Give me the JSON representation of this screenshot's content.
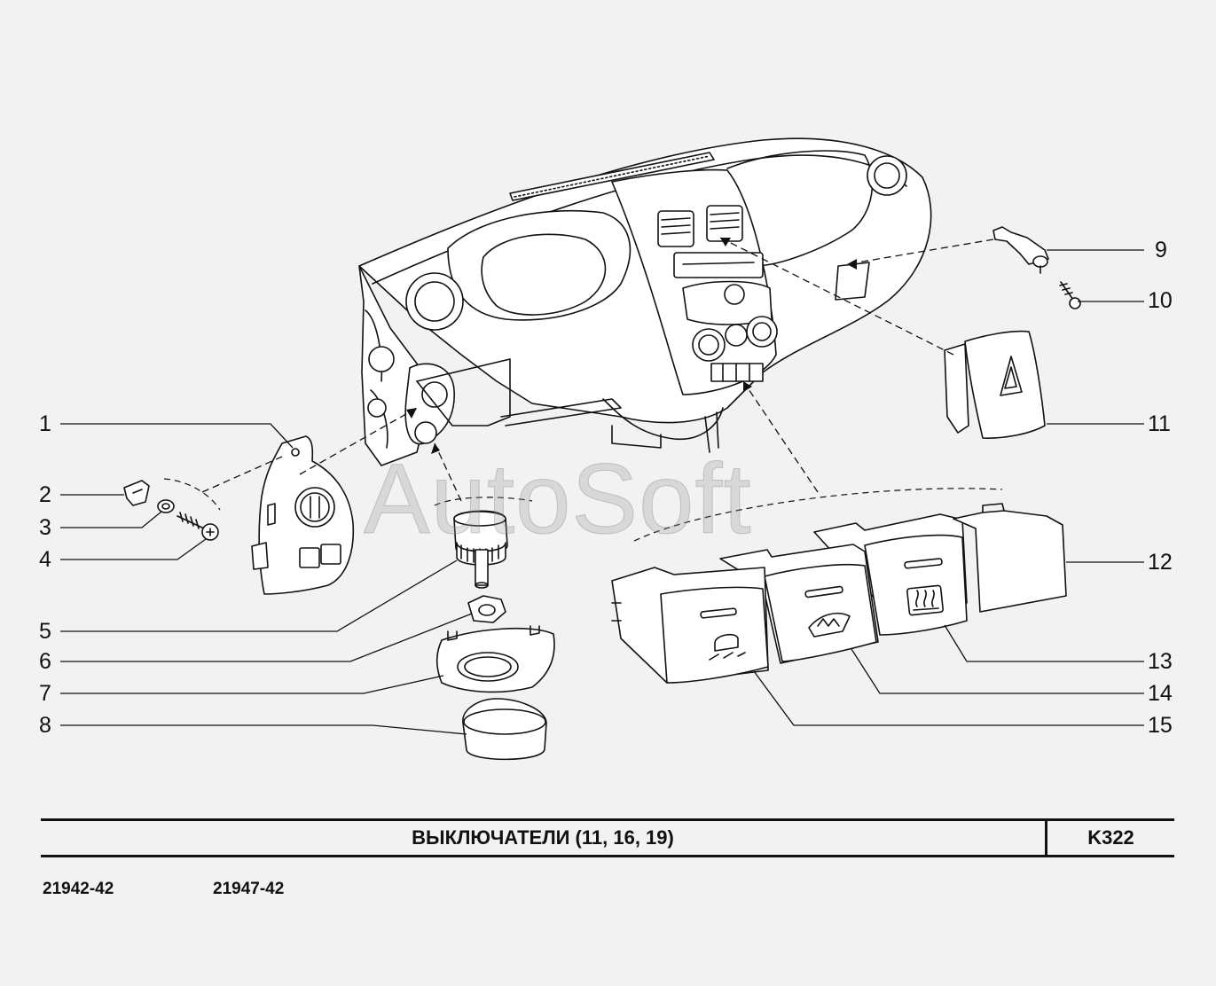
{
  "title": "ВЫКЛЮЧАТЕЛИ  (11, 16, 19)",
  "code": "K322",
  "models": [
    "21942-42",
    "21947-42"
  ],
  "watermark": "AutoSoft",
  "callouts": {
    "c1": "1",
    "c2": "2",
    "c3": "3",
    "c4": "4",
    "c5": "5",
    "c6": "6",
    "c7": "7",
    "c8": "8",
    "c9": "9",
    "c10": "10",
    "c11": "11",
    "c12": "12",
    "c13": "13",
    "c14": "14",
    "c15": "15"
  },
  "colors": {
    "line": "#111111",
    "fill": "#ffffff",
    "background": "#f2f2f2"
  }
}
